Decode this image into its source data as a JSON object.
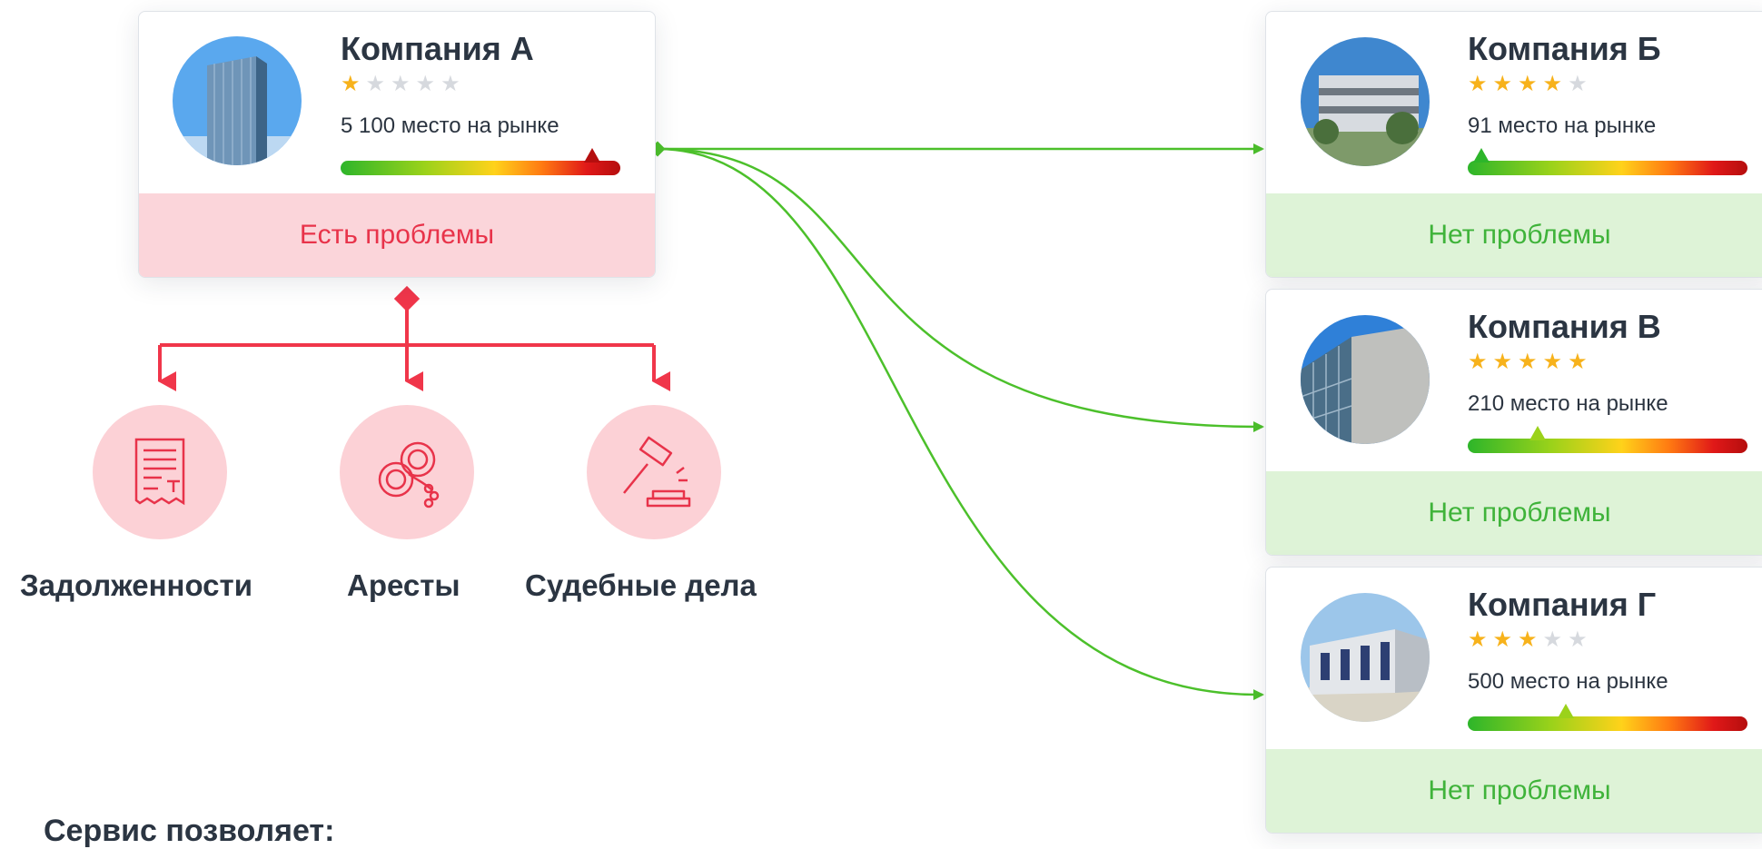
{
  "companies": {
    "a": {
      "name": "Компания А",
      "rating": 1,
      "rank_text": "5 100 место на рынке",
      "market_position": 0.9,
      "status": "Есть проблемы"
    },
    "b": {
      "name": "Компания Б",
      "rating": 4,
      "rank_text": "91 место на рынке",
      "market_position": 0.05,
      "status": "Нет проблемы"
    },
    "v": {
      "name": "Компания В",
      "rating": 5,
      "rank_text": "210 место на рынке",
      "market_position": 0.25,
      "status": "Нет проблемы"
    },
    "g": {
      "name": "Компания Г",
      "rating": 3,
      "rank_text": "500 место на рынке",
      "market_position": 0.35,
      "status": "Нет проблемы"
    }
  },
  "risks": [
    {
      "label": "Задолженности",
      "icon": "receipt-icon"
    },
    {
      "label": "Аресты",
      "icon": "handcuffs-icon"
    },
    {
      "label": "Судебные дела",
      "icon": "gavel-icon"
    }
  ],
  "footer_text": "Сервис позволяет:",
  "colors": {
    "problem": "#e8334a",
    "problem_bg": "#fbd5da",
    "ok": "#3fb33a",
    "ok_bg": "#def3d7",
    "star_on": "#f7b21b",
    "star_off": "#d6d9de",
    "link_good": "#4cc02b",
    "link_bad": "#f0364a"
  }
}
